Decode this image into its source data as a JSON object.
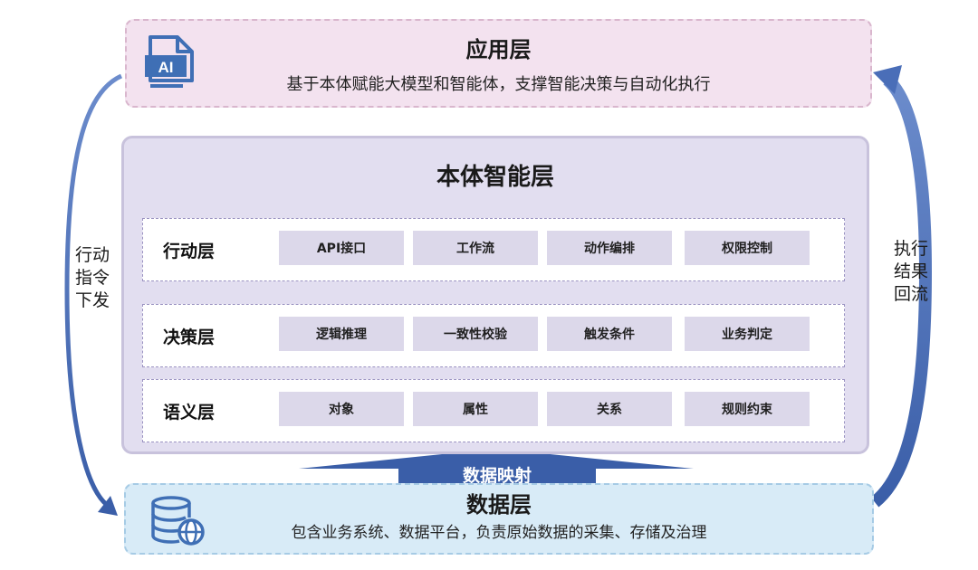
{
  "application_layer": {
    "title": "应用层",
    "description": "基于本体赋能大模型和智能体，支撑智能决策与自动化执行",
    "icon": "ai-document-icon",
    "icon_text": "AI"
  },
  "ontology_layer": {
    "title": "本体智能层",
    "sub_layers": [
      {
        "name": "行动层",
        "items": [
          "API接口",
          "工作流",
          "动作编排",
          "权限控制"
        ]
      },
      {
        "name": "决策层",
        "items": [
          "逻辑推理",
          "一致性校验",
          "触发条件",
          "业务判定"
        ]
      },
      {
        "name": "语义层",
        "items": [
          "对象",
          "属性",
          "关系",
          "规则约束"
        ]
      }
    ]
  },
  "data_layer": {
    "title": "数据层",
    "description": "包含业务系统、数据平台，负责原始数据的采集、存储及治理",
    "icon": "database-globe-icon"
  },
  "data_mapping_label": "数据映射",
  "left_flow": {
    "lines": [
      "行动",
      "指令",
      "下发"
    ]
  },
  "right_flow": {
    "lines": [
      "执行",
      "结果",
      "回流"
    ]
  },
  "colors": {
    "arrow_blue": "#3a5ea8",
    "app_bg": "#f3e2ef",
    "onto_bg": "#e2def0",
    "data_bg": "#d8ebf7",
    "chip_bg": "#dcd8ea",
    "icon_blue": "#3f6fb5"
  }
}
